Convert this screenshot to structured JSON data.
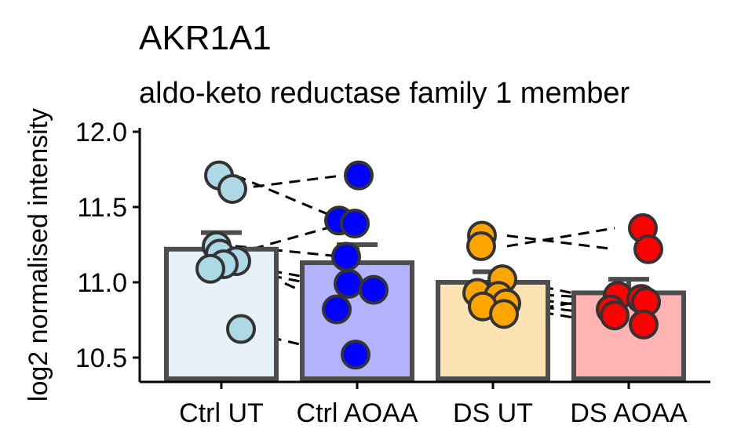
{
  "chart_data": {
    "type": "bar",
    "title": "AKR1A1",
    "subtitle": "aldo-keto reductase family 1 member",
    "xlabel": "",
    "ylabel": "log2 normalised intensity",
    "ylim": [
      10.33,
      12.0
    ],
    "yticks": [
      "10.5",
      "11.0",
      "11.5",
      "12.0"
    ],
    "ytick_values": [
      10.5,
      11.0,
      11.5,
      12.0
    ],
    "grid": false,
    "legend": "none",
    "categories": [
      "Ctrl UT",
      "Ctrl AOAA",
      "DS UT",
      "DS AOAA"
    ],
    "values": [
      11.22,
      11.13,
      11.0,
      10.93
    ],
    "error_upper": [
      11.33,
      11.25,
      11.07,
      11.02
    ],
    "bar_fill": [
      "#e6f1f8",
      "#b3b3ff",
      "#fde3b4",
      "#ffb3b3"
    ],
    "point_fill": [
      "#add8e6",
      "#0000ff",
      "#ffa500",
      "#ff0000"
    ],
    "points": [
      [
        11.71,
        11.62,
        11.24,
        11.19,
        11.14,
        11.12,
        11.09,
        10.69
      ],
      [
        11.71,
        11.41,
        11.39,
        11.17,
        10.99,
        10.95,
        10.82,
        10.52
      ],
      [
        11.31,
        11.24,
        11.02,
        10.93,
        10.91,
        10.86,
        10.84,
        10.79
      ],
      [
        11.36,
        11.22,
        10.91,
        10.89,
        10.87,
        10.82,
        10.78,
        10.72
      ]
    ],
    "pairs_ctrl": [
      [
        11.62,
        11.71
      ],
      [
        11.71,
        11.41
      ],
      [
        11.24,
        11.17
      ],
      [
        11.19,
        11.39
      ],
      [
        11.12,
        10.99
      ],
      [
        11.09,
        10.95
      ],
      [
        11.14,
        10.82
      ],
      [
        10.69,
        10.52
      ]
    ],
    "pairs_ds": [
      [
        11.24,
        11.36
      ],
      [
        11.31,
        11.22
      ],
      [
        11.02,
        10.87
      ],
      [
        10.93,
        10.89
      ],
      [
        10.91,
        10.82
      ],
      [
        10.86,
        10.78
      ],
      [
        10.84,
        10.72
      ],
      [
        10.79,
        10.91
      ]
    ]
  }
}
